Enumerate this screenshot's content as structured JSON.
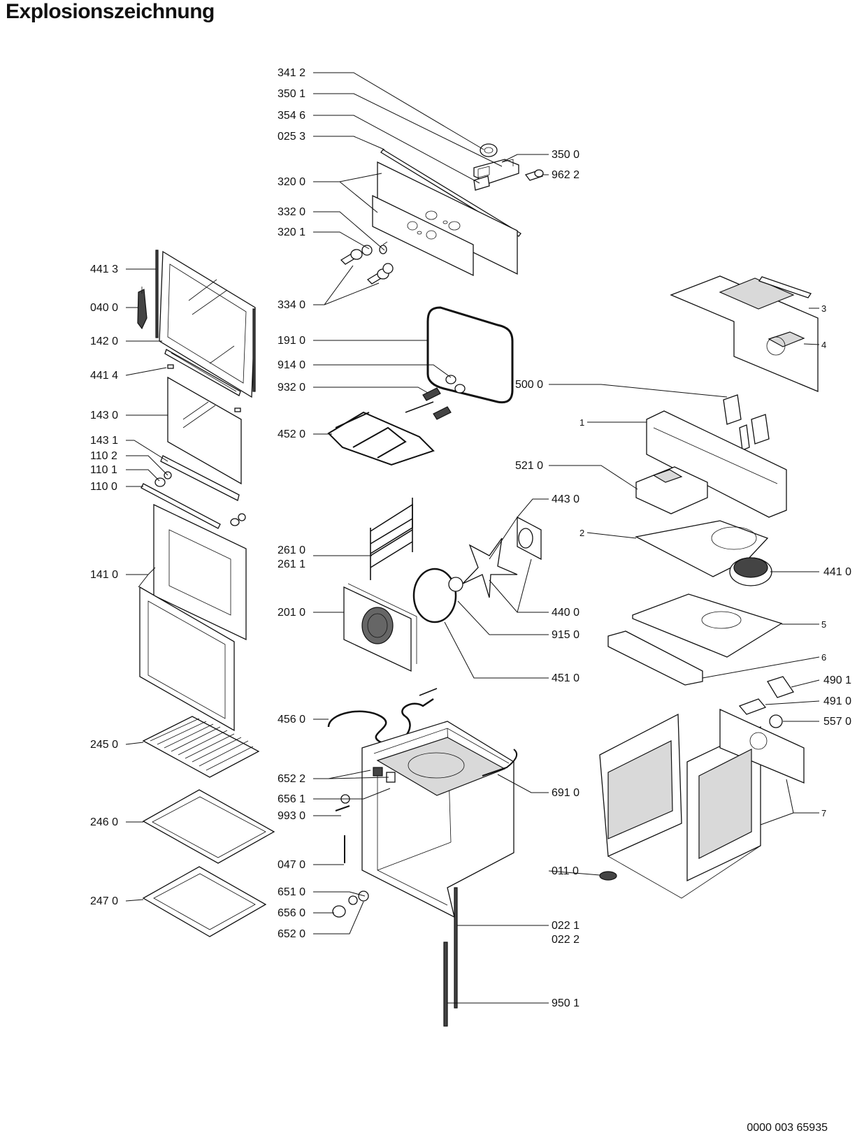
{
  "title": "Explosionszeichnung",
  "doc_code": "0000 003 65935",
  "labels": {
    "l3412": "341 2",
    "l3501": "350 1",
    "l3546": "354 6",
    "l0253": "025 3",
    "l3500": "350 0",
    "l9622": "962 2",
    "l3200": "320 0",
    "l3320": "332 0",
    "l3201": "320 1",
    "l3340": "334 0",
    "l4413": "441 3",
    "l0400": "040 0",
    "l1420": "142 0",
    "l4414": "441 4",
    "l1430": "143 0",
    "l1431": "143 1",
    "l1102": "110 2",
    "l1101": "110 1",
    "l1100": "110 0",
    "l1410": "141 0",
    "l1910": "191 0",
    "l9140": "914 0",
    "l9320": "932 0",
    "l4520": "452 0",
    "l5000": "500 0",
    "l1": "1",
    "l3": "3",
    "l4": "4",
    "l5210": "521 0",
    "l4430": "443 0",
    "l2": "2",
    "l2610": "261 0",
    "l2611": "261 1",
    "l4410": "441 0",
    "l2010": "201 0",
    "l4400": "440 0",
    "l9150": "915 0",
    "l5": "5",
    "l6": "6",
    "l4510": "451 0",
    "l4901": "490 1",
    "l4910": "491 0",
    "l5570": "557 0",
    "l4560": "456 0",
    "l2450": "245 0",
    "l6522": "652 2",
    "l6561": "656 1",
    "l6910": "691 0",
    "l7": "7",
    "l9930": "993 0",
    "l2460": "246 0",
    "l0470": "047 0",
    "l0110": "011 0",
    "l6510": "651 0",
    "l6560": "656 0",
    "l0221": "022 1",
    "l0222": "022 2",
    "l6520": "652 0",
    "l2470": "247 0",
    "l9501": "950 1"
  }
}
